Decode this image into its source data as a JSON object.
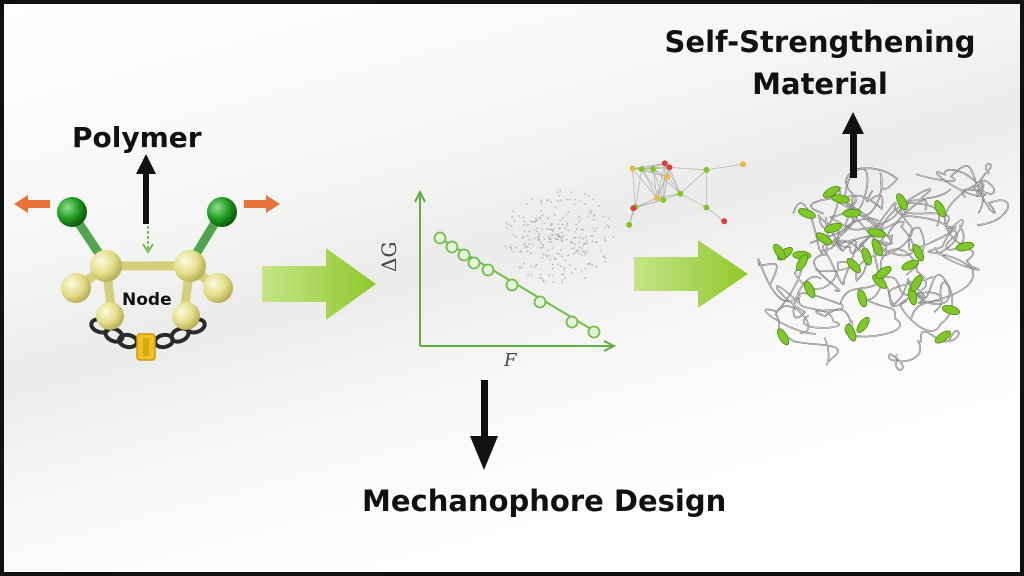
{
  "labels": {
    "polymer": "Polymer",
    "node": "Node",
    "mechanophore_design": "Mechanophore Design",
    "self_strengthening": "Self-Strengthening",
    "material": "Material"
  },
  "plot": {
    "y_axis_label": "ΔG",
    "x_axis_label": "F"
  },
  "colors": {
    "flow_arrow": "#9acd32",
    "pull_arrow": "#e8743b",
    "chlorine_atom": "#1f8f1f",
    "carbon_atom": "#e8e48c",
    "plot_marker": "#6fbf4a",
    "chain": "#2a2a2a",
    "mechanophore": "#7ec828"
  }
}
